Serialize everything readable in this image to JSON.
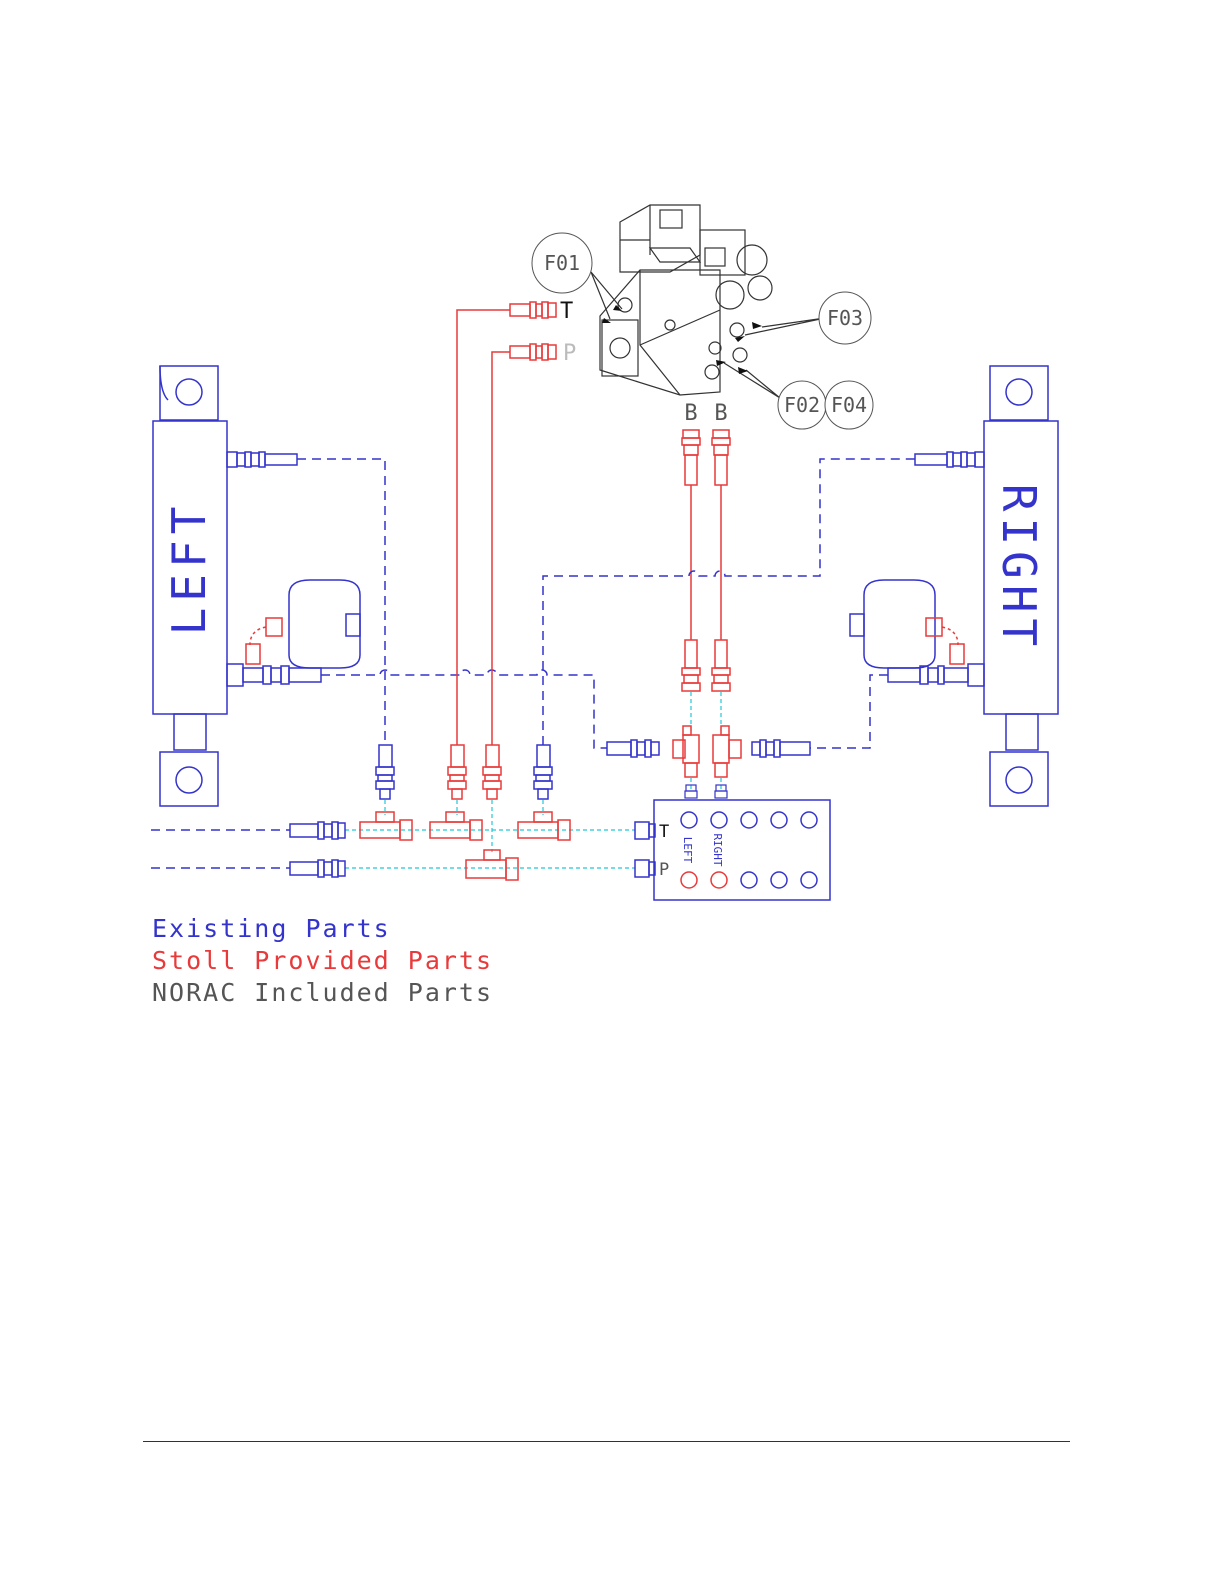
{
  "cylinders": {
    "left_label": "LEFT",
    "right_label": "RIGHT"
  },
  "valve": {
    "callouts": [
      "F01",
      "F03",
      "F02",
      "F04"
    ],
    "work_port_labels": [
      "B",
      "B"
    ],
    "tank_port_label": "T",
    "pressure_port_label": "P"
  },
  "manifold": {
    "tank_label": "T",
    "pressure_label": "P",
    "left_label": "LEFT",
    "right_label": "RIGHT"
  },
  "legend": {
    "existing": "Existing Parts",
    "stoll": "Stoll Provided Parts",
    "norac": "NORAC Included Parts"
  },
  "colors": {
    "existing": "#3434cc",
    "stoll": "#e83a3a",
    "norac": "#555555",
    "pilot_line": "#22c8d8"
  }
}
